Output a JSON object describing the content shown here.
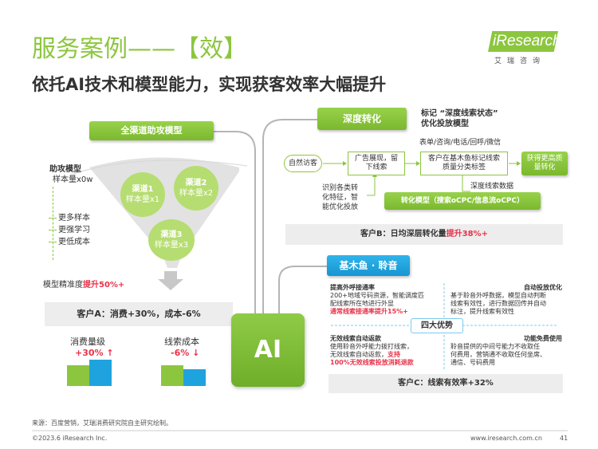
{
  "header": {
    "title": "服务案例——【效】",
    "subtitle": "依托AI技术和模型能力，实现获客效率大幅提升"
  },
  "logo": {
    "main": "iResearch",
    "sub": "艾瑞咨询"
  },
  "left": {
    "model_title": "全渠道助攻模型",
    "assist_model_label": "助攻模型",
    "assist_sample": "样本量x0w",
    "channels": [
      {
        "name": "渠道1",
        "sample": "样本量x1"
      },
      {
        "name": "渠道2",
        "sample": "样本量x2"
      },
      {
        "name": "渠道3",
        "sample": "样本量x3"
      }
    ],
    "benefits": [
      "更多样本",
      "更强学习",
      "更低成本"
    ],
    "precision_prefix": "模型精准度",
    "precision_value": "提升50%+",
    "customer_a": "客户A：消费+30%，成本-6%",
    "metric1_label": "消费量级",
    "metric1_value": "+30% ↑",
    "metric2_label": "线索成本",
    "metric2_value": "-6% ↓"
  },
  "center": {
    "ai_label": "AI"
  },
  "deep": {
    "title": "深度转化",
    "mark_title": "标记 “深度线索状态”\n优化投放模型",
    "channels_text": "表单/咨询/电话/回呼/微信",
    "flow": [
      "自然访客",
      "广告展现，留\n下线索",
      "客户在基木鱼标记线索\n质量分类标签",
      "获得更高质\n量转化"
    ],
    "data_label": "深度线索数据",
    "identify_text": "识别各类转\n化特征，智\n能优化投放",
    "conversion_model": "转化模型（搜索oCPC/信息流oCPC）",
    "customer_b_prefix": "客户B：日均深层转化量",
    "customer_b_value": "提升38%+"
  },
  "jimuyu": {
    "title": "基木鱼 · 聆音",
    "advantages_label": "四大优势",
    "q1_title": "提高外呼接通率",
    "q1_body": "200+地域号码资源，智能调度匹\n配线索所在地进行外显",
    "q1_highlight": "通常线索接通率提升15%+",
    "q2_title": "自动投放优化",
    "q2_body": "基于聆音外呼数据，模型自动判断\n线索有效性，进行数据回传并自动\n标注，提升线索有效性",
    "q3_title": "无效线索自动返款",
    "q3_body": "使用聆音外呼能力拨打线索，\n无效线索自动返款，",
    "q3_highlight_a": "支持",
    "q3_highlight_b": "100%无效线索投放消耗退款",
    "q4_title": "功能免费使用",
    "q4_body": "聆音提供的中间号能力不收取任\n何费用，营销通不收取任何坐席、\n通信、号码费用",
    "customer_c": "客户C：线索有效率+32%"
  },
  "footer": {
    "source": "来源：百度营销，艾瑞消费研究院自主研究绘制。",
    "copyright": "©2023.6 iResearch Inc.",
    "website": "www.iresearch.com.cn",
    "page": "41"
  },
  "colors": {
    "green": "#8cc63f",
    "blue": "#1fa3df",
    "red": "#e8334a",
    "grey": "#ededed"
  }
}
